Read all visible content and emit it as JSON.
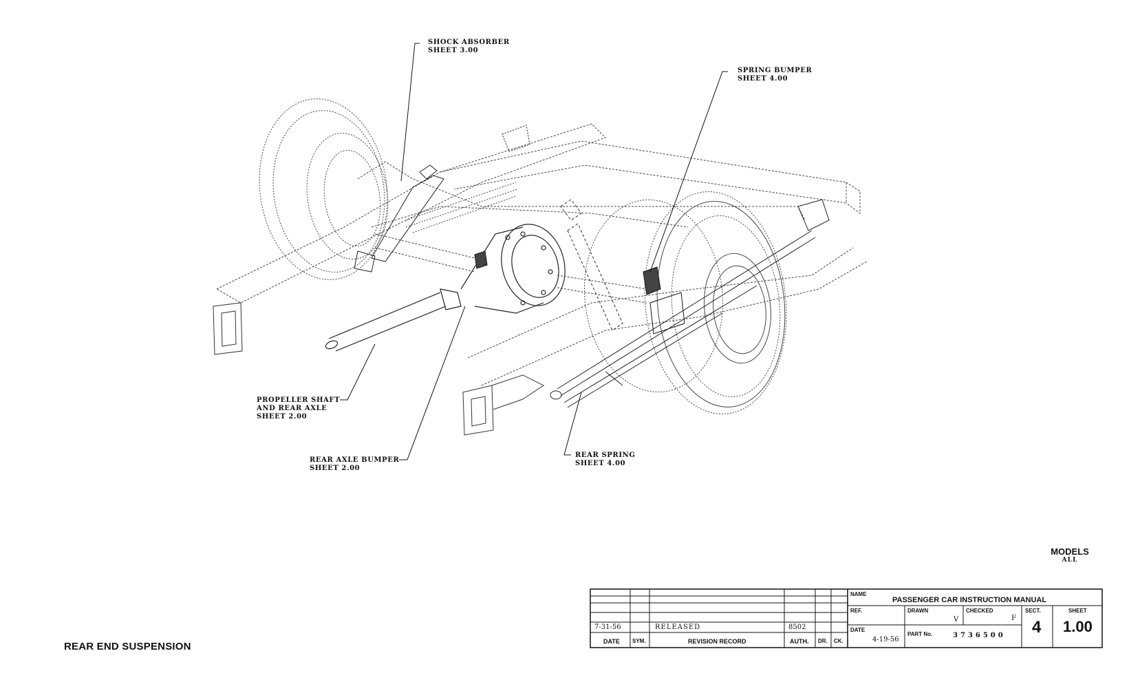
{
  "title": "REAR END SUSPENSION",
  "models": {
    "label": "MODELS",
    "value": "ALL"
  },
  "callouts": {
    "shock_absorber": {
      "line1": "SHOCK ABSORBER",
      "line2": "SHEET 3.00"
    },
    "spring_bumper": {
      "line1": "SPRING BUMPER",
      "line2": "SHEET 4.00"
    },
    "propeller_shaft": {
      "line1": "PROPELLER SHAFT",
      "line2": "AND REAR AXLE",
      "line3": "SHEET 2.00"
    },
    "rear_axle_bumper": {
      "line1": "REAR AXLE BUMPER",
      "line2": "SHEET 2.00"
    },
    "rear_spring": {
      "line1": "REAR SPRING",
      "line2": "SHEET 4.00"
    }
  },
  "title_block": {
    "name_label": "NAME",
    "name_value": "PASSENGER CAR INSTRUCTION MANUAL",
    "ref_label": "REF.",
    "drawn_label": "DRAWN",
    "drawn_value": "V",
    "checked_label": "CHECKED",
    "checked_value": "F",
    "sect_label": "SECT.",
    "sect_value": "4",
    "sheet_label": "SHEET",
    "sheet_value": "1.00",
    "date_label": "DATE",
    "date_value": "4-19-56",
    "part_label": "PART No.",
    "part_value": "3736500"
  },
  "revision": {
    "date": "7-31-56",
    "description": "RELEASED",
    "auth": "8502",
    "headers": {
      "date": "DATE",
      "sym": "SYM.",
      "record": "REVISION RECORD",
      "auth": "AUTH.",
      "dr": "DR.",
      "ck": "CK."
    }
  }
}
